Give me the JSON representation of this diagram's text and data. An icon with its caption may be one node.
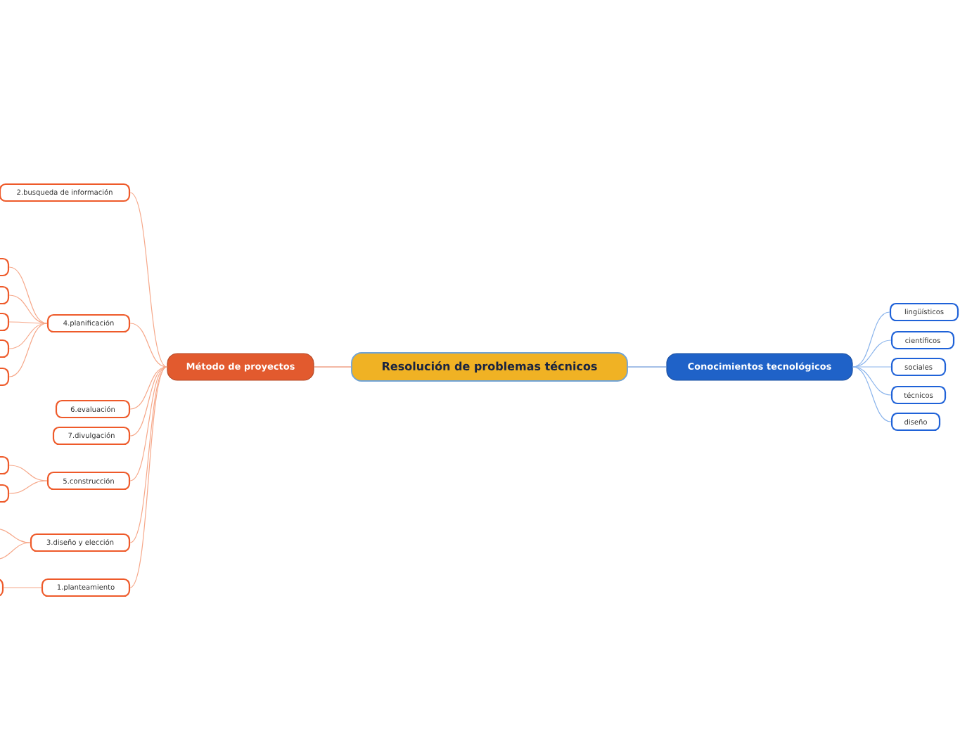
{
  "diagram": {
    "nodes": [
      {
        "text": [
          "Resolución de problemas técnicos"
        ]
      },
      {
        "text": [
          "Método de proyectos"
        ]
      },
      {
        "text": [
          "Conocimientos tecnológicos"
        ]
      },
      {
        "text": [
          "2.busqueda de información"
        ]
      },
      {
        "text": [
          "4.planificación"
        ]
      },
      {
        "text": [],
        "shape": "box"
      },
      {
        "text": [],
        "shape": "box"
      },
      {
        "text": [],
        "shape": "box"
      },
      {
        "text": [],
        "shape": "box"
      },
      {
        "text": [],
        "shape": "box"
      },
      {
        "text": [
          "6.evaluación"
        ]
      },
      {
        "text": [
          "7.divulgación"
        ]
      },
      {
        "text": [
          "5.construcción"
        ]
      },
      {
        "text": [],
        "shape": "box"
      },
      {
        "text": [],
        "shape": "box"
      },
      {
        "text": [
          "3.diseño y elección"
        ]
      },
      {
        "text": [
          "1.planteamiento"
        ]
      },
      {
        "text": [],
        "shape": "box"
      },
      {
        "text": [
          "lingüísticos"
        ]
      },
      {
        "text": [
          "científicos"
        ]
      },
      {
        "text": [
          "sociales"
        ]
      },
      {
        "text": [
          "técnicos"
        ]
      },
      {
        "text": [
          "diseño"
        ]
      }
    ],
    "edges": [
      {
        "from": 0,
        "to": 1,
        "arrow": "none",
        "color": "#e8704a"
      },
      {
        "from": 0,
        "to": 2,
        "arrow": "none",
        "color": "#4a80d0"
      },
      {
        "from": 1,
        "to": 3,
        "arrow": "none"
      },
      {
        "from": 1,
        "to": 4,
        "arrow": "none"
      },
      {
        "from": 1,
        "to": 10,
        "arrow": "none"
      },
      {
        "from": 1,
        "to": 11,
        "arrow": "none"
      },
      {
        "from": 1,
        "to": 12,
        "arrow": "none"
      },
      {
        "from": 1,
        "to": 15,
        "arrow": "none"
      },
      {
        "from": 1,
        "to": 16,
        "arrow": "none"
      },
      {
        "from": 4,
        "to": 5,
        "arrow": "none"
      },
      {
        "from": 4,
        "to": 6,
        "arrow": "none"
      },
      {
        "from": 4,
        "to": 7,
        "arrow": "none"
      },
      {
        "from": 4,
        "to": 8,
        "arrow": "none"
      },
      {
        "from": 4,
        "to": 9,
        "arrow": "none"
      },
      {
        "from": 12,
        "to": 13,
        "arrow": "none"
      },
      {
        "from": 12,
        "to": 14,
        "arrow": "none"
      },
      {
        "from": 15,
        "to": null,
        "arrow": "none"
      },
      {
        "from": 15,
        "to": null,
        "arrow": "none"
      },
      {
        "from": 16,
        "to": 17,
        "arrow": "none"
      },
      {
        "from": 2,
        "to": 18,
        "arrow": "none",
        "color": "#8ab4ec"
      },
      {
        "from": 2,
        "to": 19,
        "arrow": "none",
        "color": "#8ab4ec"
      },
      {
        "from": 2,
        "to": 20,
        "arrow": "none",
        "color": "#8ab4ec"
      },
      {
        "from": 2,
        "to": 21,
        "arrow": "none",
        "color": "#8ab4ec"
      },
      {
        "from": 2,
        "to": 22,
        "arrow": "none",
        "color": "#8ab4ec"
      }
    ]
  }
}
